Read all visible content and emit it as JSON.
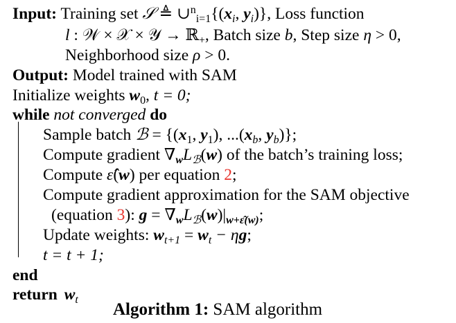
{
  "algorithm": {
    "input": {
      "keyword": "Input:",
      "line1": {
        "t1": "Training set ",
        "m_set": "𝒮",
        "m_def": " ≜ ∪",
        "m_sup": "n",
        "m_sub": "i=1",
        "m_brace_open": "{(",
        "m_x": "x",
        "m_xi": "i",
        "m_comma": ", ",
        "m_y": "y",
        "m_yi": "i",
        "m_brace_close": ")}",
        "t2": ", Loss function"
      },
      "line2": {
        "m_l": "l",
        "m_map": " : 𝒲 × 𝒳 × 𝒴 → ℝ",
        "m_plus": "+",
        "t1": ", Batch size ",
        "m_b": "b",
        "t2": ", Step size ",
        "m_eta": "η",
        "m_gt": " > 0,"
      },
      "line3": {
        "t1": "Neighborhood size ",
        "m_rho": "ρ",
        "m_gt": " > 0."
      }
    },
    "output": {
      "keyword": "Output:",
      "text": " Model trained with SAM"
    },
    "init": {
      "t1": "Initialize weights ",
      "m_w": "w",
      "m_sub": "0",
      "m_rest": ", t = 0;"
    },
    "while": {
      "keyword": "while",
      "condition": " not converged ",
      "do": "do"
    },
    "body": {
      "sample": {
        "t1": "Sample batch ",
        "m_B": "ℬ",
        "m_eq": " = {(",
        "m_x1": "x",
        "m_x1s": "1",
        "m_c1": ", ",
        "m_y1": "y",
        "m_y1s": "1",
        "m_mid": "), ...(",
        "m_xb": "x",
        "m_xbs": "b",
        "m_c2": ", ",
        "m_yb": "y",
        "m_ybs": "b",
        "m_end": ")};"
      },
      "grad": {
        "t1": "Compute gradient ∇",
        "m_ws": "w",
        "m_L": "L",
        "m_Ls": "ℬ",
        "m_arg": "(",
        "m_w": "w",
        "m_close": ")",
        "t2": " of the batch’s training loss;"
      },
      "eps": {
        "t1": "Compute ",
        "m_eps": "ε̂",
        "m_arg1": "(",
        "m_w": "w",
        "m_arg2": ")",
        "t2": " per equation ",
        "ref": "2",
        "t3": ";"
      },
      "approx1": {
        "text": "Compute gradient approximation for the SAM objective"
      },
      "approx2": {
        "t1": "(equation ",
        "ref": "3",
        "t2": "): ",
        "m_g": "g",
        "m_eq": " = ∇",
        "m_ws": "w",
        "m_L": "L",
        "m_Ls": "ℬ",
        "m_arg1": "(",
        "m_w": "w",
        "m_arg2": ")|",
        "m_sub": "w+ε̂(w)",
        "m_end": ";"
      },
      "update": {
        "t1": "Update weights: ",
        "m_w1": "w",
        "m_w1s": "t+1",
        "m_eq": " = ",
        "m_w2": "w",
        "m_w2s": "t",
        "m_minus": " − η",
        "m_g": "g",
        "m_end": ";"
      },
      "incr": {
        "m": "t = t + 1;"
      }
    },
    "end": "end",
    "return": {
      "keyword": "return",
      "m_w": "w",
      "m_sub": "t"
    },
    "caption": {
      "label": "Algorithm 1:",
      "title": " SAM algorithm"
    }
  }
}
